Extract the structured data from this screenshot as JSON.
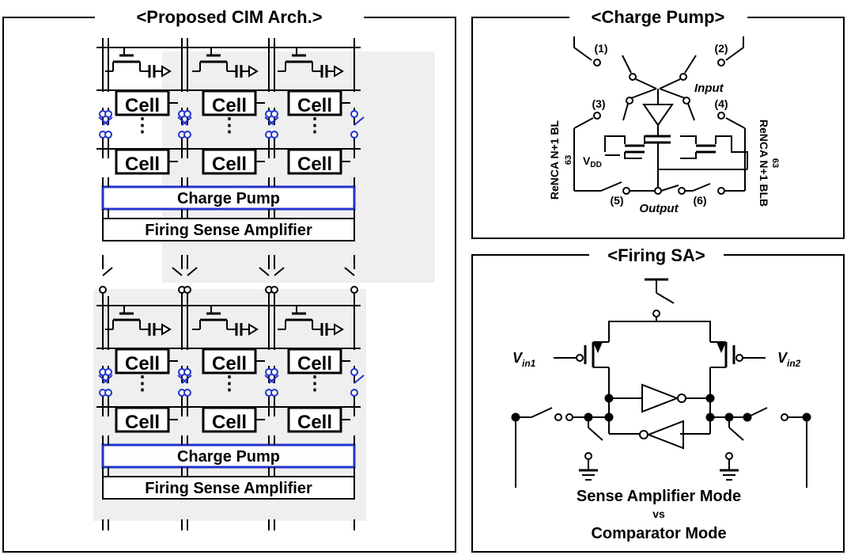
{
  "cim": {
    "title": "<Proposed CIM Arch.>",
    "cell_label": "Cell",
    "dots": "⋮",
    "charge_pump": "Charge Pump",
    "firing_sa": "Firing Sense Amplifier"
  },
  "charge_pump_panel": {
    "title": "<Charge Pump>",
    "terminals": [
      "(1)",
      "(2)",
      "(3)",
      "(4)",
      "(5)",
      "(6)"
    ],
    "input": "Input",
    "output": "Output",
    "vdd": "V",
    "vdd_sub": "DD",
    "left_label": "ReNCA N+1 BL",
    "left_sub": "63",
    "right_label": "ReNCA N+1 BLB",
    "right_sub": "63"
  },
  "firing_sa_panel": {
    "title": "<Firing SA>",
    "vin1": "V",
    "vin1_sub": "in1",
    "vin2": "V",
    "vin2_sub": "in2",
    "mode1": "Sense Amplifier Mode",
    "vs": "vs",
    "mode2": "Comparator Mode"
  },
  "colors": {
    "accent_blue": "#2233cc",
    "shade": "#efefef",
    "line": "#000000"
  }
}
